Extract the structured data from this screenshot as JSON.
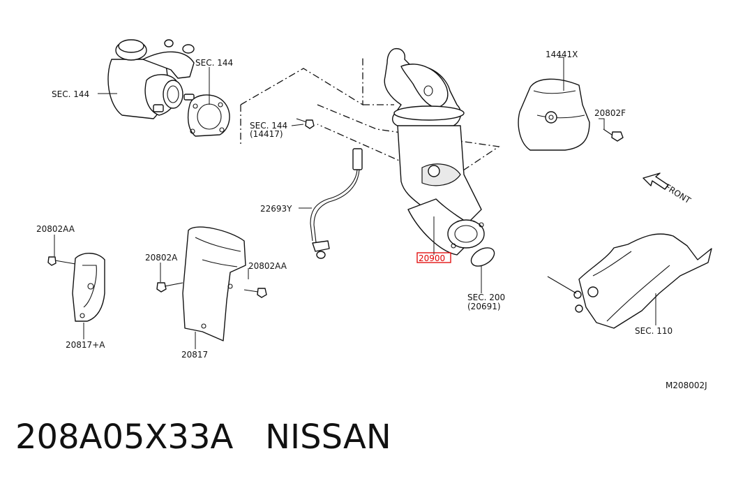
{
  "labels": {
    "sec144_turbo": "SEC. 144",
    "sec144_top": "SEC. 144",
    "sec144_bolt": "SEC. 144",
    "sec144_bolt_sub": "(14417)",
    "heat_insulator": "14441X",
    "bolt_20802F": "20802F",
    "front": "FRONT",
    "sensor": "22693Y",
    "catalyst": "20900",
    "sec200": "SEC. 200",
    "sec200_sub": "(20691)",
    "bolt_20802AA_left": "20802AA",
    "bolt_20802A": "20802A",
    "bolt_20802AA_mid": "20802AA",
    "insulator_20817A": "20817+A",
    "insulator_20817": "20817",
    "sec110": "SEC. 110",
    "figure_code": "M208002J"
  },
  "caption": {
    "part_number": "208A05X33A",
    "brand": "NISSAN"
  },
  "colors": {
    "highlight": "#e00000",
    "line": "#111111"
  }
}
